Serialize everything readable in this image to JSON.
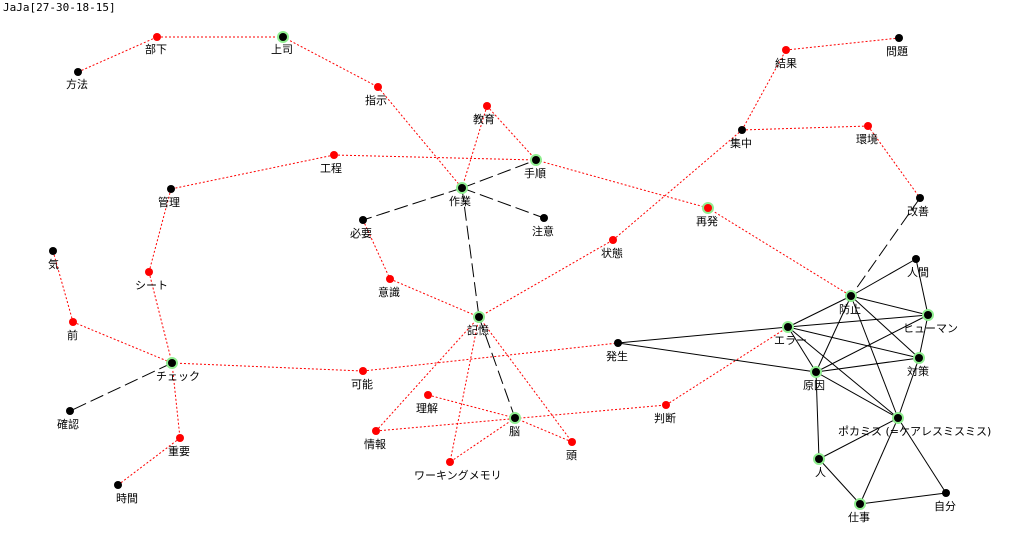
{
  "header": {
    "title": "JaJa[27-30-18-15]"
  },
  "colors": {
    "background": "#ffffff",
    "node_black": "#000000",
    "node_red": "#ff0000",
    "highlight": "#90ee90",
    "edge_red": "#ff0000",
    "edge_black": "#000000",
    "edge_solid": "#000000"
  },
  "diagram": {
    "nodes": [
      {
        "id": "houhou",
        "label": "方法",
        "color": "black"
      },
      {
        "id": "buka",
        "label": "部下",
        "color": "red"
      },
      {
        "id": "joushi",
        "label": "上司",
        "color": "black",
        "highlight": true
      },
      {
        "id": "shiji",
        "label": "指示",
        "color": "red"
      },
      {
        "id": "kyouiku",
        "label": "教育",
        "color": "red"
      },
      {
        "id": "tejun",
        "label": "手順",
        "color": "black",
        "highlight": true
      },
      {
        "id": "kotei",
        "label": "工程",
        "color": "red"
      },
      {
        "id": "kanri",
        "label": "管理",
        "color": "black"
      },
      {
        "id": "sagyou",
        "label": "作業",
        "color": "black",
        "highlight": true
      },
      {
        "id": "hitsuyou",
        "label": "必要",
        "color": "black"
      },
      {
        "id": "chuui",
        "label": "注意",
        "color": "black"
      },
      {
        "id": "ki",
        "label": "気",
        "color": "black"
      },
      {
        "id": "sheet",
        "label": "シート",
        "color": "red"
      },
      {
        "id": "mae",
        "label": "前",
        "color": "red"
      },
      {
        "id": "ishiki",
        "label": "意識",
        "color": "red"
      },
      {
        "id": "kioku",
        "label": "記憶",
        "color": "black",
        "highlight": true
      },
      {
        "id": "check",
        "label": "チェック",
        "color": "black",
        "highlight": true
      },
      {
        "id": "kakunin",
        "label": "確認",
        "color": "black"
      },
      {
        "id": "kanou",
        "label": "可能",
        "color": "red"
      },
      {
        "id": "juuyou",
        "label": "重要",
        "color": "red"
      },
      {
        "id": "jikan",
        "label": "時間",
        "color": "black"
      },
      {
        "id": "rikai",
        "label": "理解",
        "color": "red"
      },
      {
        "id": "jouhou",
        "label": "情報",
        "color": "red"
      },
      {
        "id": "nou",
        "label": "脳",
        "color": "black",
        "highlight": true
      },
      {
        "id": "atama",
        "label": "頭",
        "color": "red"
      },
      {
        "id": "wm",
        "label": "ワーキングメモリ",
        "color": "red"
      },
      {
        "id": "handan",
        "label": "判断",
        "color": "red"
      },
      {
        "id": "joutai",
        "label": "状態",
        "color": "red"
      },
      {
        "id": "hassei",
        "label": "発生",
        "color": "black"
      },
      {
        "id": "kekka",
        "label": "結果",
        "color": "red"
      },
      {
        "id": "mondai",
        "label": "問題",
        "color": "black"
      },
      {
        "id": "shuuchuu",
        "label": "集中",
        "color": "black"
      },
      {
        "id": "kankyou",
        "label": "環境",
        "color": "red"
      },
      {
        "id": "saihatsu",
        "label": "再発",
        "color": "red",
        "highlight": true
      },
      {
        "id": "kaizen",
        "label": "改善",
        "color": "black"
      },
      {
        "id": "boushi",
        "label": "防止",
        "color": "black",
        "highlight": true
      },
      {
        "id": "ningen",
        "label": "人間",
        "color": "black"
      },
      {
        "id": "human",
        "label": "ヒューマン",
        "color": "black",
        "highlight": true
      },
      {
        "id": "error",
        "label": "エラー",
        "color": "black",
        "highlight": true
      },
      {
        "id": "taisaku",
        "label": "対策",
        "color": "black",
        "highlight": true
      },
      {
        "id": "genin",
        "label": "原因",
        "color": "black",
        "highlight": true
      },
      {
        "id": "pokamisu",
        "label": "ポカミス (=ケアレスミスミス)",
        "color": "black",
        "highlight": true
      },
      {
        "id": "hito",
        "label": "人",
        "color": "black",
        "highlight": true
      },
      {
        "id": "shigoto",
        "label": "仕事",
        "color": "black",
        "highlight": true
      },
      {
        "id": "jibun",
        "label": "自分",
        "color": "black"
      }
    ],
    "edges": [
      {
        "from": "houhou",
        "to": "buka",
        "style": "red-dotted"
      },
      {
        "from": "buka",
        "to": "joushi",
        "style": "red-dotted"
      },
      {
        "from": "joushi",
        "to": "shiji",
        "style": "red-dotted"
      },
      {
        "from": "shiji",
        "to": "sagyou",
        "style": "red-dotted"
      },
      {
        "from": "kyouiku",
        "to": "sagyou",
        "style": "red-dotted"
      },
      {
        "from": "kyouiku",
        "to": "tejun",
        "style": "red-dotted"
      },
      {
        "from": "kotei",
        "to": "tejun",
        "style": "red-dotted"
      },
      {
        "from": "kotei",
        "to": "kanri",
        "style": "red-dotted"
      },
      {
        "from": "kanri",
        "to": "sheet",
        "style": "red-dotted"
      },
      {
        "from": "sheet",
        "to": "check",
        "style": "red-dotted"
      },
      {
        "from": "ki",
        "to": "mae",
        "style": "red-dotted"
      },
      {
        "from": "mae",
        "to": "check",
        "style": "red-dotted"
      },
      {
        "from": "check",
        "to": "kanou",
        "style": "red-dotted"
      },
      {
        "from": "kanou",
        "to": "hassei",
        "style": "red-dotted"
      },
      {
        "from": "check",
        "to": "juuyou",
        "style": "red-dotted"
      },
      {
        "from": "juuyou",
        "to": "jikan",
        "style": "red-dotted"
      },
      {
        "from": "hitsuyou",
        "to": "ishiki",
        "style": "red-dotted"
      },
      {
        "from": "ishiki",
        "to": "kioku",
        "style": "red-dotted"
      },
      {
        "from": "kioku",
        "to": "jouhou",
        "style": "red-dotted"
      },
      {
        "from": "kioku",
        "to": "wm",
        "style": "red-dotted"
      },
      {
        "from": "kioku",
        "to": "atama",
        "style": "red-dotted"
      },
      {
        "from": "rikai",
        "to": "nou",
        "style": "red-dotted"
      },
      {
        "from": "nou",
        "to": "wm",
        "style": "red-dotted"
      },
      {
        "from": "nou",
        "to": "atama",
        "style": "red-dotted"
      },
      {
        "from": "jouhou",
        "to": "handan",
        "style": "red-dotted"
      },
      {
        "from": "handan",
        "to": "error",
        "style": "red-dotted"
      },
      {
        "from": "kioku",
        "to": "joutai",
        "style": "red-dotted"
      },
      {
        "from": "joutai",
        "to": "shuuchuu",
        "style": "red-dotted"
      },
      {
        "from": "shuuchuu",
        "to": "kekka",
        "style": "red-dotted"
      },
      {
        "from": "kekka",
        "to": "mondai",
        "style": "red-dotted"
      },
      {
        "from": "shuuchuu",
        "to": "kankyou",
        "style": "red-dotted"
      },
      {
        "from": "kankyou",
        "to": "kaizen",
        "style": "red-dotted"
      },
      {
        "from": "tejun",
        "to": "saihatsu",
        "style": "red-dotted"
      },
      {
        "from": "saihatsu",
        "to": "boushi",
        "style": "red-dotted"
      },
      {
        "from": "sagyou",
        "to": "tejun",
        "style": "black-dashed"
      },
      {
        "from": "sagyou",
        "to": "hitsuyou",
        "style": "black-dashed"
      },
      {
        "from": "sagyou",
        "to": "chuui",
        "style": "black-dashed"
      },
      {
        "from": "sagyou",
        "to": "kioku",
        "style": "black-dashed"
      },
      {
        "from": "kioku",
        "to": "nou",
        "style": "black-dashed"
      },
      {
        "from": "check",
        "to": "kakunin",
        "style": "black-dashed"
      },
      {
        "from": "kaizen",
        "to": "boushi",
        "style": "black-dashed"
      },
      {
        "from": "boushi",
        "to": "ningen",
        "style": "solid"
      },
      {
        "from": "boushi",
        "to": "human",
        "style": "solid"
      },
      {
        "from": "boushi",
        "to": "error",
        "style": "solid"
      },
      {
        "from": "boushi",
        "to": "taisaku",
        "style": "solid"
      },
      {
        "from": "boushi",
        "to": "genin",
        "style": "solid"
      },
      {
        "from": "boushi",
        "to": "pokamisu",
        "style": "solid"
      },
      {
        "from": "ningen",
        "to": "human",
        "style": "solid"
      },
      {
        "from": "human",
        "to": "error",
        "style": "solid"
      },
      {
        "from": "human",
        "to": "taisaku",
        "style": "solid"
      },
      {
        "from": "human",
        "to": "genin",
        "style": "solid"
      },
      {
        "from": "error",
        "to": "taisaku",
        "style": "solid"
      },
      {
        "from": "error",
        "to": "genin",
        "style": "solid"
      },
      {
        "from": "error",
        "to": "pokamisu",
        "style": "solid"
      },
      {
        "from": "error",
        "to": "hassei",
        "style": "solid"
      },
      {
        "from": "hassei",
        "to": "genin",
        "style": "solid"
      },
      {
        "from": "genin",
        "to": "taisaku",
        "style": "solid"
      },
      {
        "from": "genin",
        "to": "hito",
        "style": "solid"
      },
      {
        "from": "genin",
        "to": "pokamisu",
        "style": "solid"
      },
      {
        "from": "taisaku",
        "to": "pokamisu",
        "style": "solid"
      },
      {
        "from": "pokamisu",
        "to": "hito",
        "style": "solid"
      },
      {
        "from": "pokamisu",
        "to": "shigoto",
        "style": "solid"
      },
      {
        "from": "pokamisu",
        "to": "jibun",
        "style": "solid"
      },
      {
        "from": "hito",
        "to": "shigoto",
        "style": "solid"
      },
      {
        "from": "shigoto",
        "to": "jibun",
        "style": "solid"
      }
    ]
  }
}
